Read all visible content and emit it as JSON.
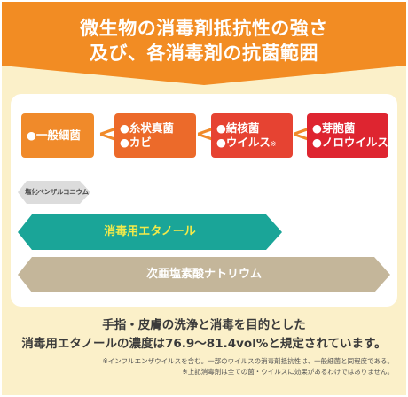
{
  "header": {
    "title_line1": "微生物の消毒剤抵抗性の強さ",
    "title_line2": "及び、各消毒剤の抗菌範囲",
    "bg_color": "#f28c23"
  },
  "germs": [
    {
      "lines": [
        "●一般細菌"
      ],
      "color": "#f08a2a"
    },
    {
      "lines": [
        "●糸状真菌",
        "●カビ"
      ],
      "color": "#ec6a2a"
    },
    {
      "lines": [
        "●結核菌",
        "●ウイルス"
      ],
      "mark": "※",
      "color": "#e64332"
    },
    {
      "lines": [
        "●芽胞菌",
        "●ノロウイルス"
      ],
      "color": "#de2530"
    }
  ],
  "chevron": "<",
  "disinfectants": [
    {
      "label": "塩化ベンザルコニウム",
      "color": "#dcdcdc"
    },
    {
      "label": "消毒用エタノール",
      "color": "#1aa598",
      "text_color": "#f2ea4a"
    },
    {
      "label": "次亜塩素酸ナトリウム",
      "color": "#c4b69a"
    }
  ],
  "notes": {
    "line1": "手指・皮膚の洗浄と消毒を目的とした",
    "line2": "消毒用エタノールの濃度は76.9～81.4vol%と規定されています。",
    "fine1": "※インフルエンザウイルスを含む。一部のウイルスの消毒剤抵抗性は、一般細菌と同程度である。",
    "fine2": "※上記消毒剤は全ての菌・ウイルスに効果があるわけではありません。"
  }
}
